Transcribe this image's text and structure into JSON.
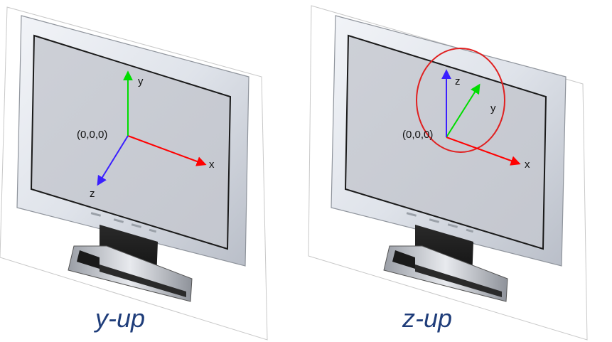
{
  "panels": [
    {
      "caption": "y-up",
      "origin_label": "(0,0,0)",
      "axes": {
        "x": "x",
        "y": "y",
        "z": "z"
      }
    },
    {
      "caption": "z-up",
      "origin_label": "(0,0,0)",
      "axes": {
        "x": "x",
        "y": "y",
        "z": "z"
      }
    }
  ],
  "colors": {
    "x_axis": "#ff0000",
    "y_axis": "#00dd00",
    "z_axis": "#3a1fff",
    "highlight_circle": "#e02020",
    "caption_text": "#1f3d7a"
  }
}
